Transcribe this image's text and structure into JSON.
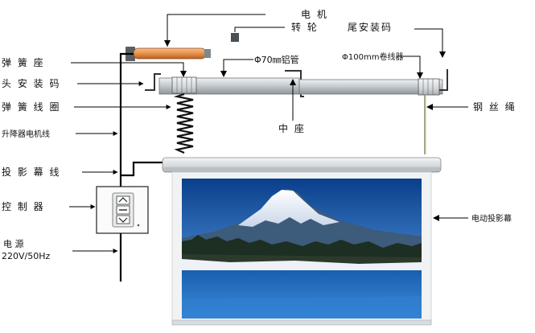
{
  "labels": {
    "motor": "电 机",
    "wheel": "转 轮",
    "tail_mount": "尾安装码",
    "spring_seat": "弹 簧 座",
    "tube70": "Φ70㎜铝管",
    "tube100": "Φ100mm卷线器",
    "head_mount": "头 安 装 码",
    "spring_coil": "弹 簧 线 圈",
    "middle_seat": "中 座",
    "steel_wire": "钢 丝 绳",
    "lift_motor_line": "升降器电机线",
    "screen_line": "投 影 幕 线",
    "controller": "控 制 器",
    "power": "电      源",
    "power_spec": "220V/50Hz",
    "electric_screen": "电动投影幕"
  },
  "controller_buttons": [
    "up-arrow",
    "stop-bar",
    "down-arrow"
  ],
  "colors": {
    "motor_orange": "#e8904a",
    "tube_gray": "#b8c0c4",
    "screen_border": "#cfd3d6",
    "sky_top": "#0a3f8a",
    "sky_bottom": "#6a9fd8",
    "snow": "#f4f6fa",
    "water": "#1f6fc0"
  }
}
